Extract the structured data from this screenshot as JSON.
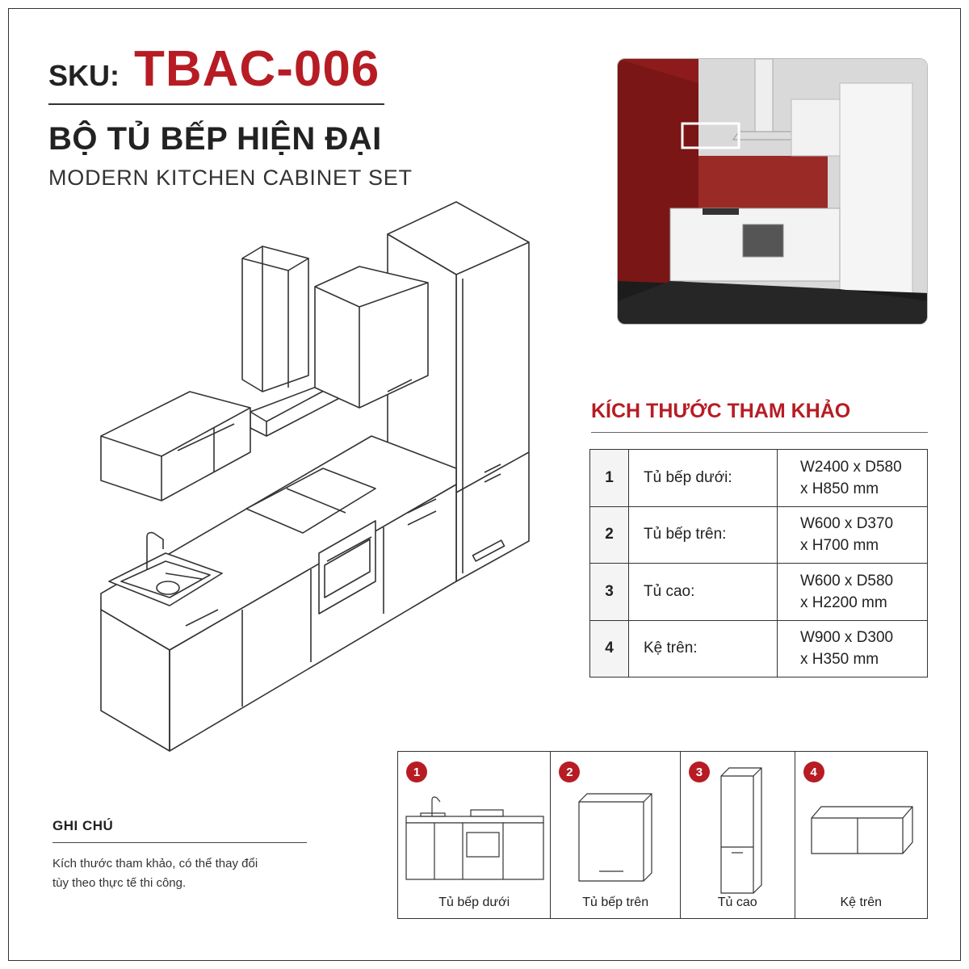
{
  "header": {
    "sku_label": "SKU:",
    "sku_code": "TBAC-006",
    "title_vi": "BỘ TỦ BẾP HIỆN ĐẠI",
    "title_en": "MODERN KITCHEN CABINET SET"
  },
  "dimensions": {
    "title": "KÍCH THƯỚC THAM KHẢO",
    "rows": [
      {
        "num": "1",
        "name": "Tủ bếp dưới:",
        "value": "W2400 x D580\nx H850 mm"
      },
      {
        "num": "2",
        "name": "Tủ bếp trên:",
        "value": "W600 x D370\nx H700 mm"
      },
      {
        "num": "3",
        "name": "Tủ cao:",
        "value": "W600 x D580\nx H2200 mm"
      },
      {
        "num": "4",
        "name": "Kệ trên:",
        "value": "W900 x D300\nx H350 mm"
      }
    ]
  },
  "notes": {
    "title": "GHI CHÚ",
    "text": "Kích thước tham khảo, có thể thay đổi tùy theo thực tế thi công."
  },
  "items": [
    {
      "num": "1",
      "label": "Tủ bếp dưới"
    },
    {
      "num": "2",
      "label": "Tủ bếp trên"
    },
    {
      "num": "3",
      "label": "Tủ cao"
    },
    {
      "num": "4",
      "label": "Kệ trên"
    }
  ],
  "colors": {
    "accent": "#b71c24",
    "line": "#333333",
    "wall": "#8e1b1c"
  }
}
